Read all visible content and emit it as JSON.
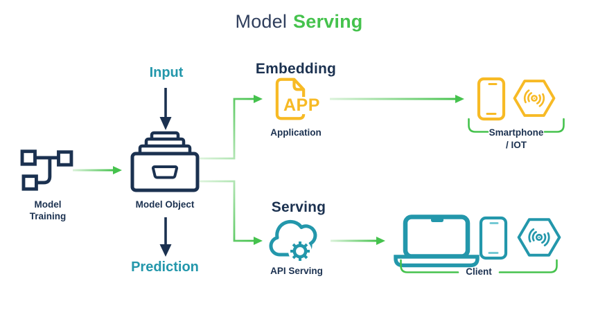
{
  "title": {
    "prefix": "Model",
    "highlight": "Serving"
  },
  "colors": {
    "navy": "#1b3150",
    "title_navy": "#2f3e5c",
    "teal": "#2397ab",
    "teal_light": "#74c9d4",
    "green": "#45c24d",
    "green_tail": "#ddf3dc",
    "yellow": "#f7ba25"
  },
  "nodes": {
    "input": {
      "label": "Input"
    },
    "prediction": {
      "label": "Prediction"
    },
    "model_training": {
      "label": "Model Training"
    },
    "model_object": {
      "label": "Model Object"
    },
    "embedding": {
      "heading": "Embedding",
      "app_text": "APP",
      "label": "Application"
    },
    "serving": {
      "heading": "Serving",
      "label": "API Serving"
    },
    "smartphone_iot": {
      "line1": "Smartphone",
      "line2": "/ IOT"
    },
    "client": {
      "label": "Client"
    }
  },
  "icons": {
    "model_training": "branch-nodes",
    "model_object": "drawer-cabinet",
    "application": "document-with-folded-corner",
    "smartphone": "smartphone-outline",
    "iot": "hexagon-wireless-signal",
    "api_serving": "cloud-with-gear",
    "client": "laptop"
  }
}
